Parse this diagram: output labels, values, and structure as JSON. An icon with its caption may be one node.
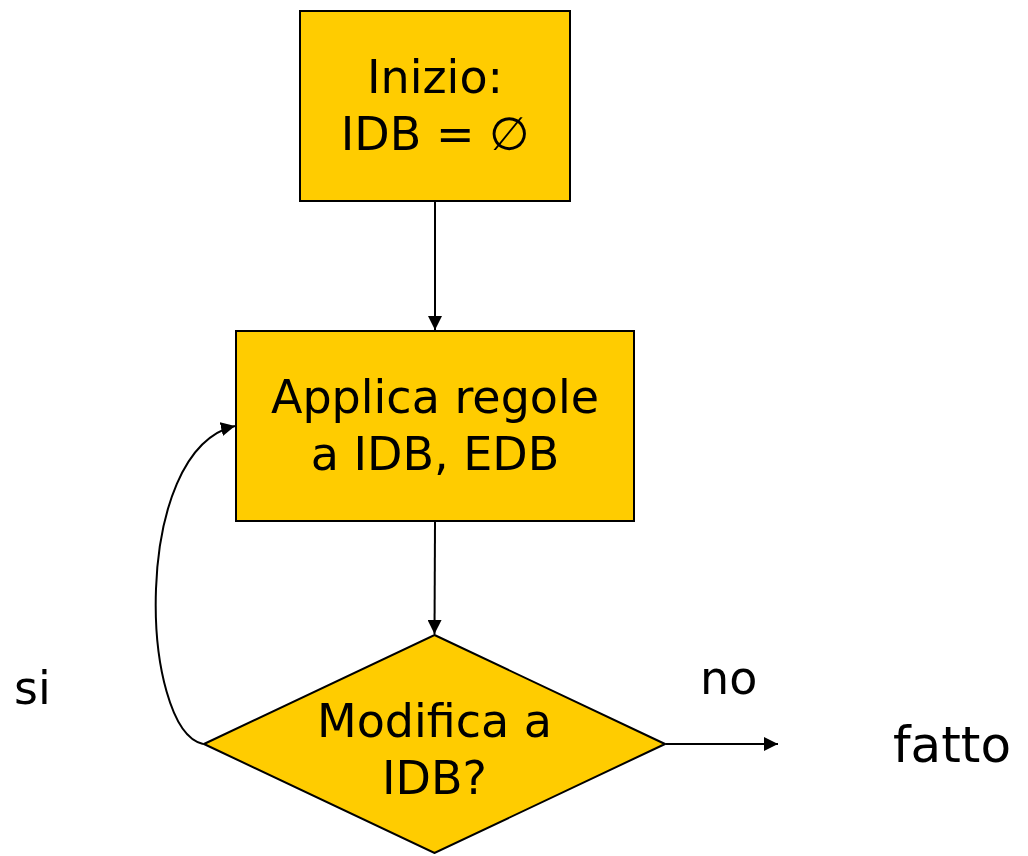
{
  "diagram": {
    "nodes": [
      {
        "text": [
          "Inizio: IDB = ∅"
        ]
      },
      {
        "text": [
          "Applica regole a IDB, EDB"
        ]
      },
      {
        "text": [
          "Modifica a IDB?"
        ]
      }
    ],
    "edges": [
      {
        "from": 0,
        "to": 1,
        "arrow": "to"
      },
      {
        "from": 1,
        "to": 2,
        "arrow": "to"
      },
      {
        "from": 2,
        "to": 1,
        "arrow": "to",
        "label": "si"
      },
      {
        "from": 2,
        "to": null,
        "arrow": "to",
        "label": "no"
      }
    ],
    "labels": [
      "fatto"
    ]
  }
}
